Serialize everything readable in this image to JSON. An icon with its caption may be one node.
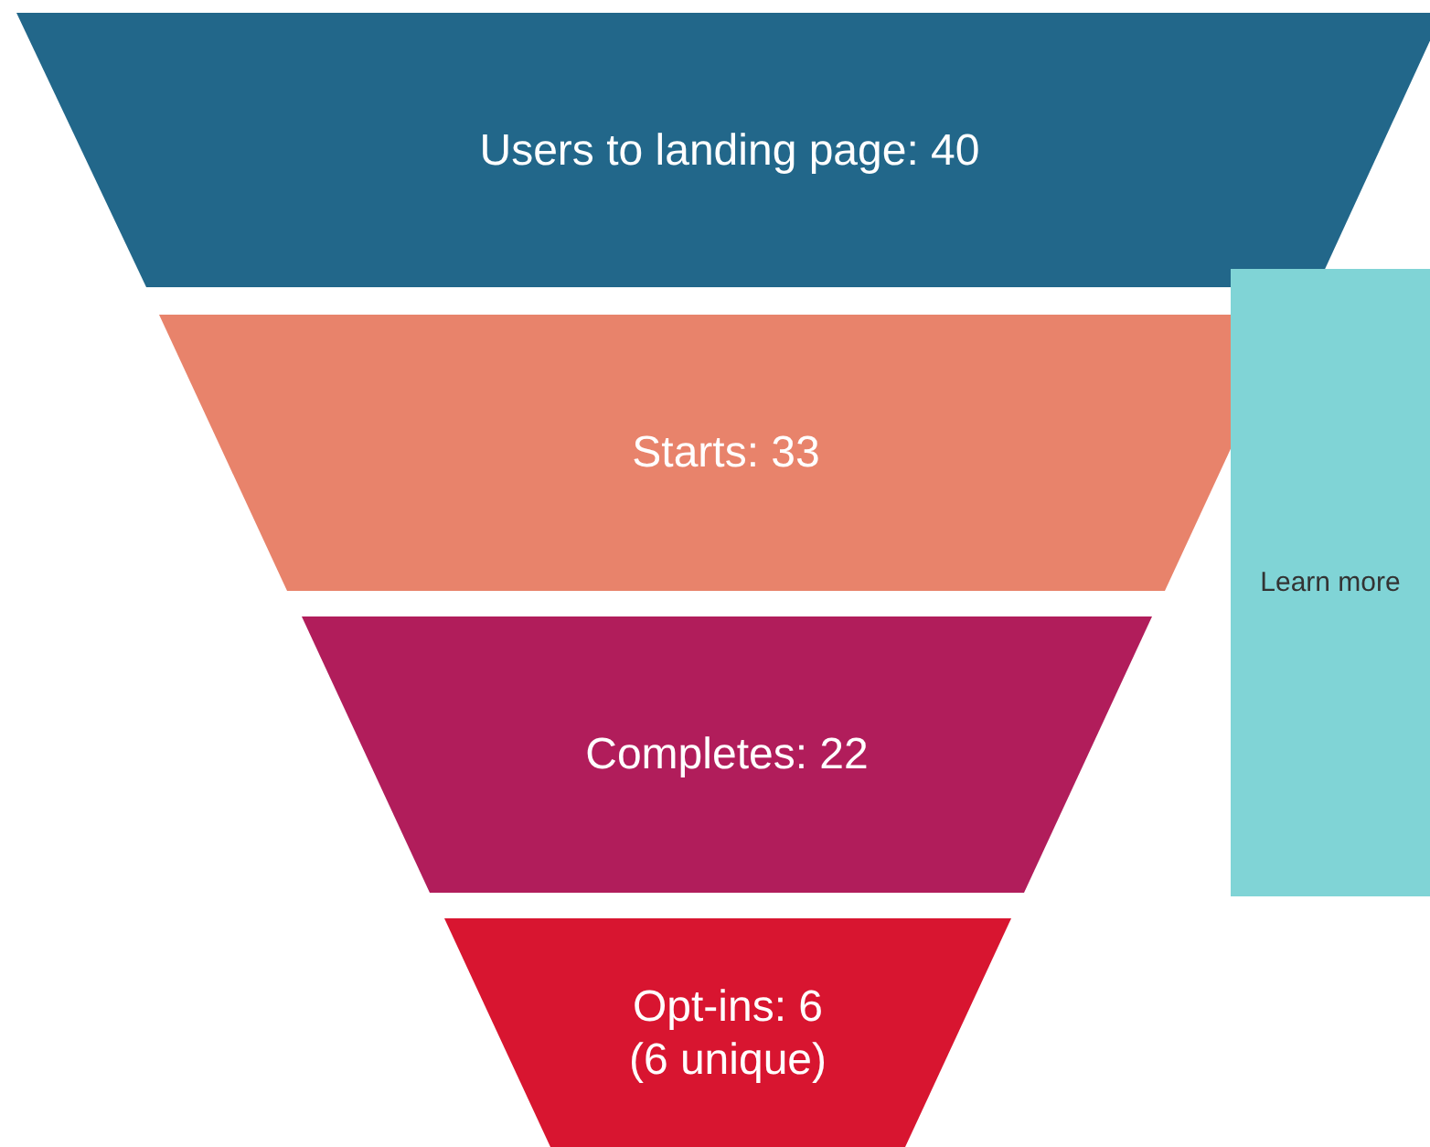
{
  "diagram": {
    "nodes": [
      {
        "text": [
          "Users to landing page: 40"
        ]
      },
      {
        "text": [
          "Starts: 33"
        ]
      },
      {
        "text": [
          "Completes: 22"
        ]
      },
      {
        "text": [
          "Opt-ins: 6",
          "(6 unique)"
        ]
      },
      {
        "text": [
          "Learn more"
        ]
      }
    ]
  }
}
